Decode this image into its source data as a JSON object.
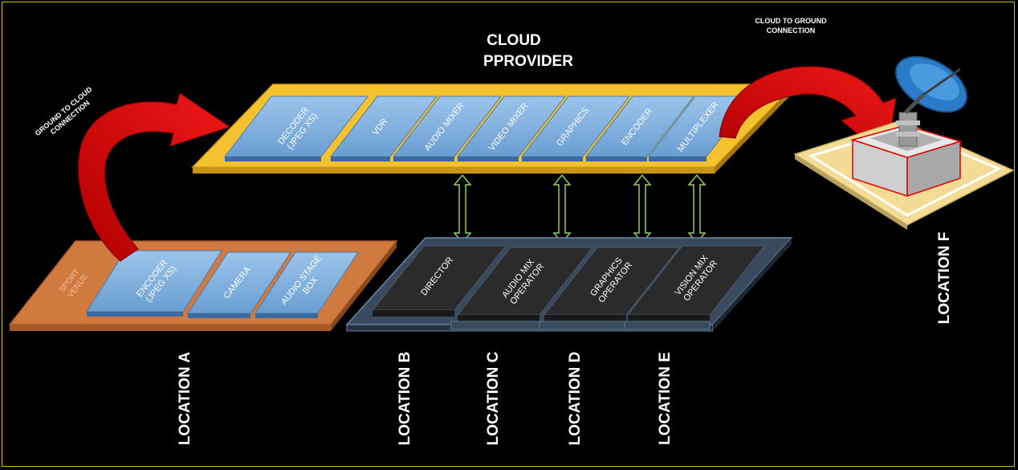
{
  "cloud_provider": {
    "title_line1": "CLOUD",
    "title_line2": "PPROVIDER"
  },
  "ground_to_cloud": {
    "line1": "GROUND TO CLOUD",
    "line2": "CONNECTION"
  },
  "cloud_to_ground": {
    "line1": "CLOUD TO GROUND",
    "line2": "CONNECTION"
  },
  "cloud_modules": {
    "decoder": {
      "line1": "DECODER",
      "line2": "(JPEG XS)"
    },
    "vdr": "VDR",
    "audio_mixer": "AUDIO MIXER",
    "video_mixer": "VIDEO MIXER",
    "graphics": "GRAPHICS",
    "encoder": "ENCODER",
    "multiplexer": "MULTIPLEXER"
  },
  "venue": {
    "label": {
      "line1": "SPORT",
      "line2": "VENUE"
    },
    "encoder": {
      "line1": "ENCODER",
      "line2": "(JPEG XS)"
    },
    "camera": "CAMERA",
    "audio_stage_box": {
      "line1": "AUDIO STAGE",
      "line2": "BOX"
    }
  },
  "operators": {
    "director": "DIRECTOR",
    "audio_mix": {
      "line1": "AUDIO  MIX",
      "line2": "OPERATOR"
    },
    "graphics": {
      "line1": "GRAPHICS",
      "line2": "OPERATOR"
    },
    "vision_mix": {
      "line1": "VISION MIX",
      "line2": "OPERATOR"
    }
  },
  "locations": {
    "a": "LOCATION A",
    "b": "LOCATION B",
    "c": "LOCATION C",
    "d": "LOCATION D",
    "e": "LOCATION E",
    "f": "LOCATION F"
  },
  "colors": {
    "background": "#000000",
    "border": "#c8c000",
    "cloud_platform": "#f5c030",
    "module_blue": "#7fb0e0",
    "venue_platform": "#d07a40",
    "operator_platform": "#3a4a5c",
    "operator_box": "#2a2a2a",
    "arrow_red": "#e01010",
    "link_green": "#8fd060"
  }
}
